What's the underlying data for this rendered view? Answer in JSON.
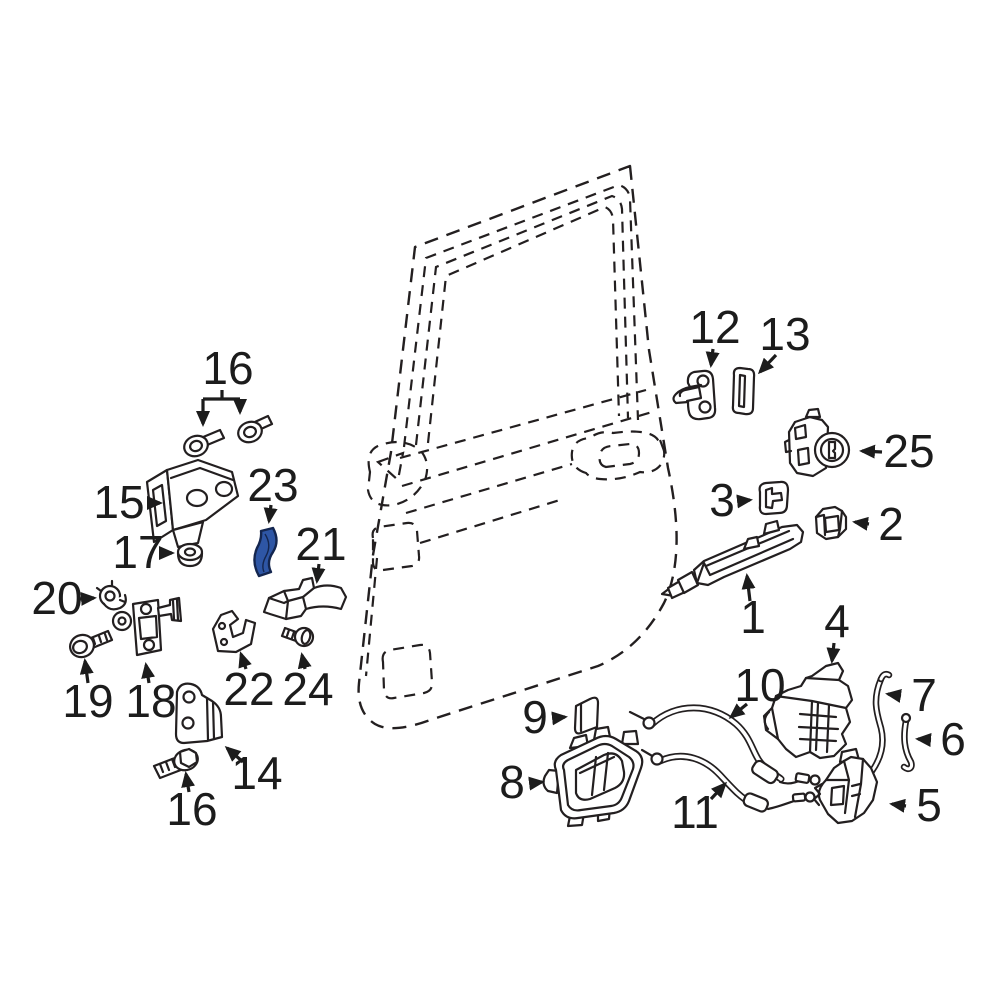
{
  "diagram": {
    "kind": "exploded-parts-diagram",
    "background_color": "#ffffff",
    "line_color": "#231f20",
    "highlight_color": "#2e56a5",
    "highlight_outline": "#14264f",
    "highlighted_callout": "23",
    "callouts": [
      {
        "label": "16"
      },
      {
        "label": "15"
      },
      {
        "label": "17"
      },
      {
        "label": "23"
      },
      {
        "label": "21"
      },
      {
        "label": "20"
      },
      {
        "label": "19"
      },
      {
        "label": "18"
      },
      {
        "label": "22"
      },
      {
        "label": "24"
      },
      {
        "label": "14"
      },
      {
        "label": "16"
      },
      {
        "label": "12"
      },
      {
        "label": "13"
      },
      {
        "label": "25"
      },
      {
        "label": "3"
      },
      {
        "label": "2"
      },
      {
        "label": "1"
      },
      {
        "label": "4"
      },
      {
        "label": "7"
      },
      {
        "label": "6"
      },
      {
        "label": "10"
      },
      {
        "label": "9"
      },
      {
        "label": "8"
      },
      {
        "label": "11"
      },
      {
        "label": "5"
      }
    ]
  }
}
